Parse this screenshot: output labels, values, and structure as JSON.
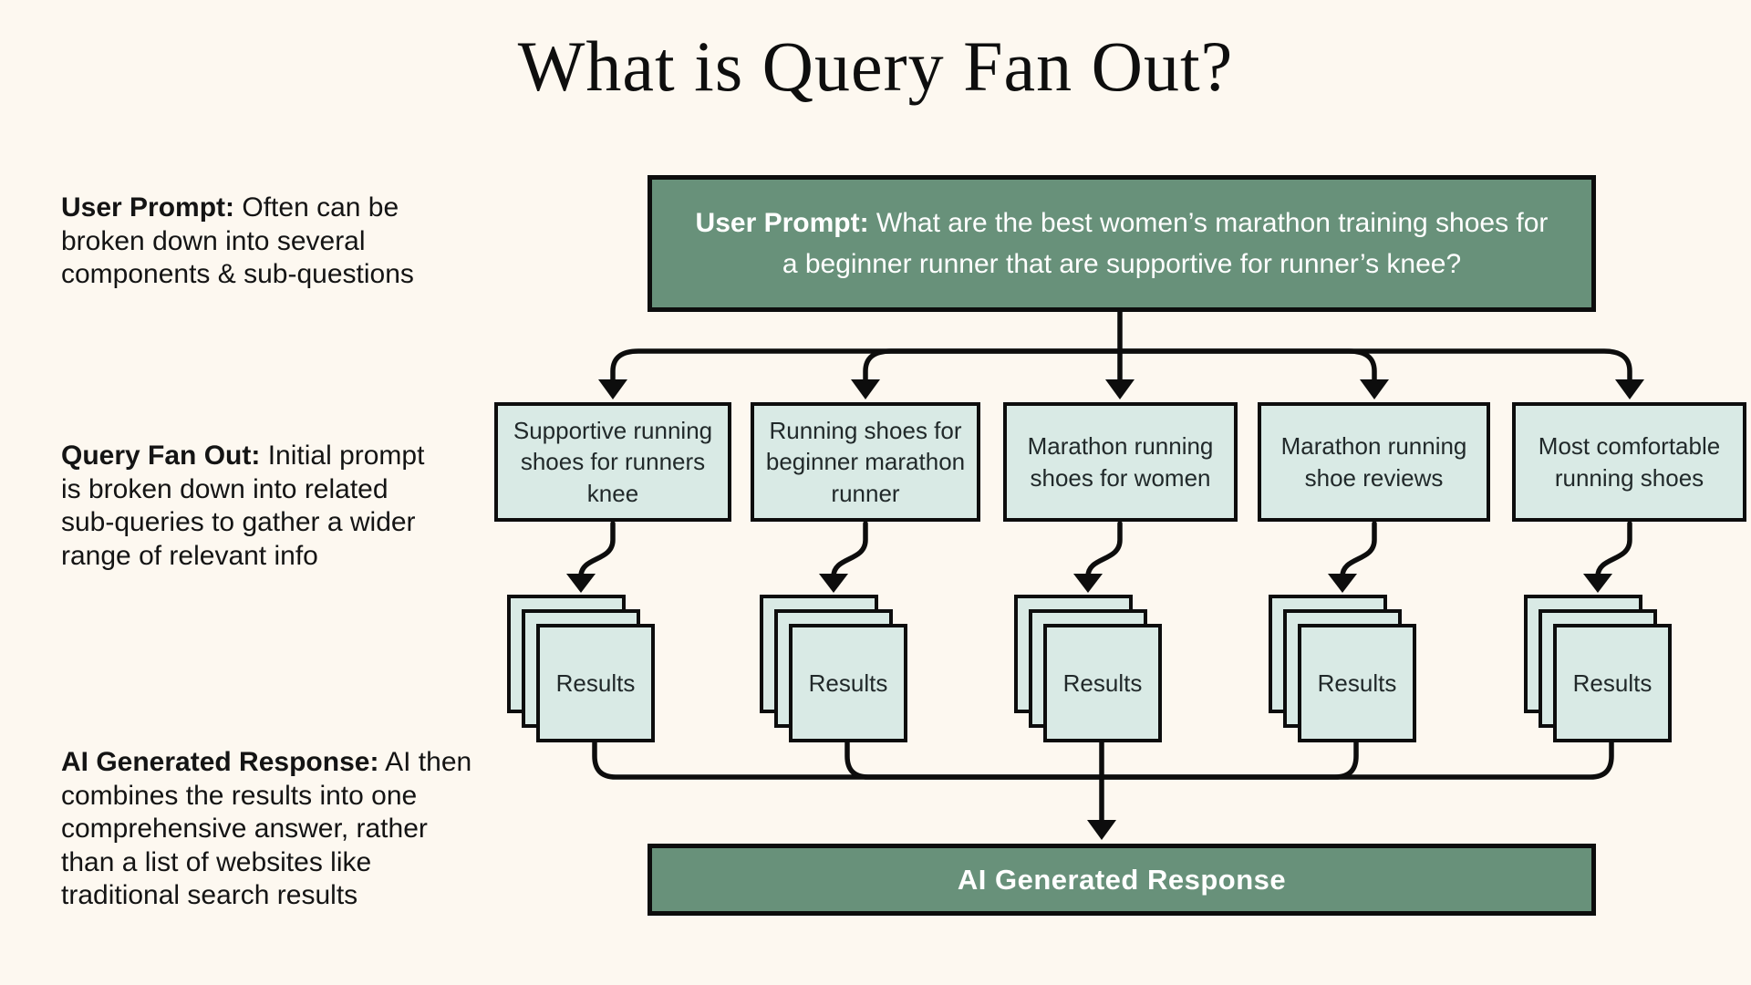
{
  "page": {
    "title": "What is Query Fan Out?",
    "background_color": "#fdf8f0"
  },
  "colors": {
    "green_box": "#68917a",
    "mint_box": "#d9eae5",
    "line": "#0d0d0d",
    "text": "#141414",
    "box_text_white": "#ffffff"
  },
  "notes": [
    {
      "lead": "User Prompt:",
      "body": " Often can be broken down into several components & sub-questions"
    },
    {
      "lead": "Query Fan Out:",
      "body": " Initial prompt is broken down into related sub-queries to gather a wider range of relevant info"
    },
    {
      "lead": "AI Generated Response:",
      "body": " AI then combines the results into one comprehensive answer, rather than a list of websites like traditional search results"
    }
  ],
  "diagram": {
    "user_prompt": {
      "lead": "User Prompt:",
      "body": " What are the best women’s marathon training shoes for a beginner runner that are supportive for runner’s knee?"
    },
    "sub_queries": [
      "Supportive running shoes for runners knee",
      "Running shoes for beginner marathon runner",
      "Marathon running shoes for women",
      "Marathon running shoe reviews",
      "Most comfortable running shoes"
    ],
    "results_label": "Results",
    "response_label": "AI Generated Response"
  }
}
